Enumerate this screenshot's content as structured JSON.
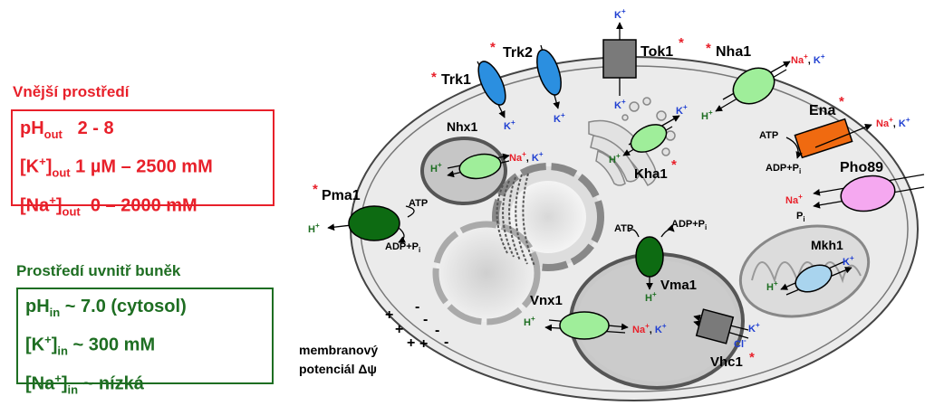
{
  "outside": {
    "title": "Vnější prostředí",
    "ph": {
      "label": "pH",
      "sub": "out",
      "value": "2 - 8"
    },
    "k": {
      "label": "[K",
      "sup": "+",
      "close": "]",
      "sub": "out",
      "value": "1 µM – 2500 mM"
    },
    "na": {
      "label": "[Na",
      "sup": "+",
      "close": "]",
      "sub": "out",
      "value": "0 – 2000 mM"
    }
  },
  "inside": {
    "title": "Prostředí uvnitř buněk",
    "ph": {
      "label": "pH",
      "sub": "in",
      "value": "~ 7.0 (cytosol)"
    },
    "k": {
      "label": "[K",
      "sup": "+",
      "close": "]",
      "sub": "in",
      "value": "~ 300 mM"
    },
    "na": {
      "label": "[Na",
      "sup": "+",
      "close": "]",
      "sub": "in",
      "value": "~ nízká"
    }
  },
  "transporters": {
    "trk1": "Trk1",
    "trk2": "Trk2",
    "tok1": "Tok1",
    "nha1": "Nha1",
    "ena": "Ena",
    "pho89": "Pho89",
    "pma1": "Pma1",
    "nhx1": "Nhx1",
    "kha1": "Kha1",
    "vma1": "Vma1",
    "vnx1": "Vnx1",
    "vhc1": "Vhc1",
    "mkh1": "Mkh1"
  },
  "ions": {
    "k": "K",
    "h": "H",
    "na": "Na",
    "cl": "Cl",
    "plus": "+",
    "minus": "-",
    "na_k_sep": ", ",
    "atp": "ATP",
    "adp": "ADP+P",
    "adp_sub": "i",
    "p": "P",
    "p_sub": "i"
  },
  "marker": "*",
  "membrane": {
    "line1": "membranový",
    "line2": "potenciál Δψ"
  },
  "colors": {
    "red": "#e8202a",
    "green": "#1e6e22",
    "blue": "#1f3fd1",
    "cyan": "#2b8fe0",
    "lightgreen": "#9fee9a",
    "darkgreen": "#0d6b12",
    "orange": "#f06a10",
    "pink": "#f5a8f0",
    "gray": "#7a7a7a",
    "lightblue": "#a9d4ee"
  }
}
